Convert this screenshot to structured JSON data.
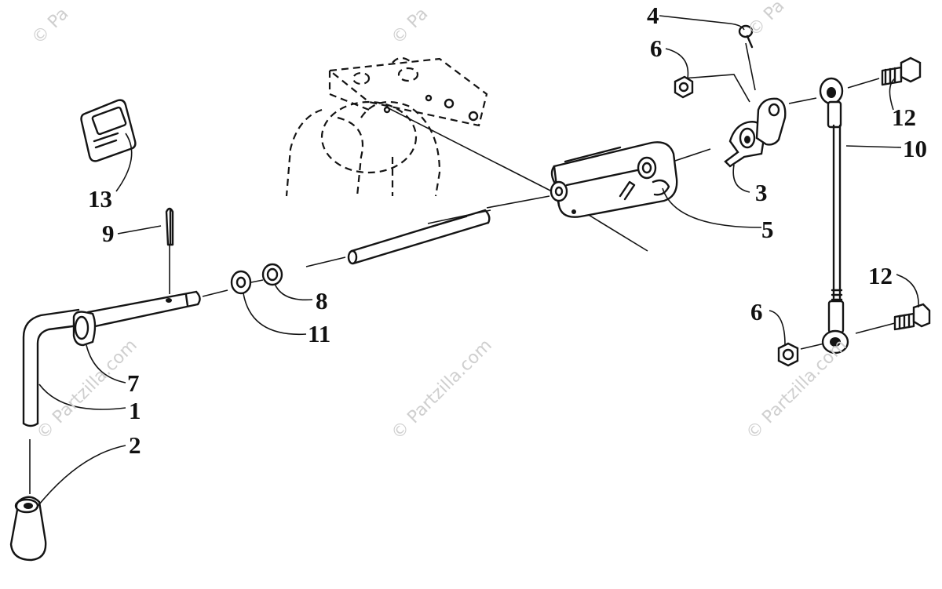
{
  "watermark": "© Partzilla.com",
  "watermark_partial": "© Pa",
  "callouts": {
    "c1": "1",
    "c2": "2",
    "c3": "3",
    "c4": "4",
    "c5": "5",
    "c6a": "6",
    "c6b": "6",
    "c7": "7",
    "c8": "8",
    "c9": "9",
    "c10": "10",
    "c11": "11",
    "c12a": "12",
    "c12b": "12",
    "c13": "13"
  }
}
